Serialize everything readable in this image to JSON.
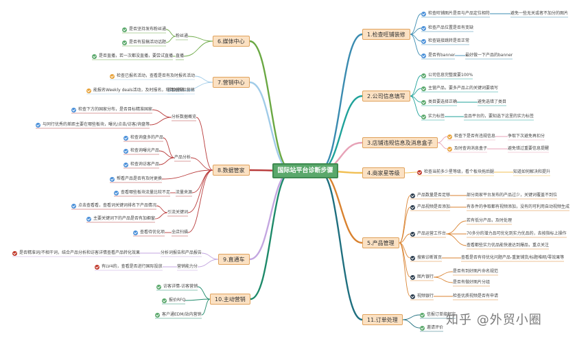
{
  "root": "国际站平台诊断步骤",
  "watermark": "知乎 @外贸小圈",
  "colors": {
    "green": "#5aa86b",
    "orange": "#e8a33b",
    "red": "#c0392b",
    "blue": "#4a90d9",
    "darkblue": "#2c3e50",
    "gray": "#555555"
  },
  "branches": [
    {
      "label": "1.检查旺铺装修",
      "color": "#3a8bb0"
    },
    {
      "label": "2.公司信息填写",
      "color": "#1fa29a"
    },
    {
      "label": "3.店铺违规信息及消息盒子",
      "color": "#e7a2b7"
    },
    {
      "label": "4.商家星等级",
      "color": "#f1bf53"
    },
    {
      "label": "5.产品管理",
      "color": "#d9822f"
    },
    {
      "label": "11.订单处理",
      "color": "#1f6f7f"
    },
    {
      "label": "6.媒体中心",
      "color": "#6aa843"
    },
    {
      "label": "7.营销中心",
      "color": "#a0cbe8"
    },
    {
      "label": "8.数据管家",
      "color": "#b83a3a"
    },
    {
      "label": "9.直通车",
      "color": "#c3a6e0"
    },
    {
      "label": "10.主动营销",
      "color": "#1e8a6a"
    }
  ],
  "items": [
    {
      "text": "检查旺铺图片是否与产品定位相符",
      "dot": "blue"
    },
    {
      "text": "避免一些无关或者不加分的图片",
      "dot": ""
    },
    {
      "text": "检查产品位置是否有变缺",
      "dot": "blue"
    },
    {
      "text": "检查链接跳转是否正常",
      "dot": "blue"
    },
    {
      "text": "是否有banner",
      "dot": "blue"
    },
    {
      "text": "最好做一下产品的banner",
      "dot": ""
    },
    {
      "text": "公司信息完整度要100%",
      "dot": "green"
    },
    {
      "text": "主营产品，要多产品上的关键词要填写",
      "dot": "green"
    },
    {
      "text": "类目要选择正确",
      "dot": "green"
    },
    {
      "text": "避免选错了类目",
      "dot": ""
    },
    {
      "text": "实力标签",
      "dot": "green"
    },
    {
      "text": "金品平台的，要知选下这里的实力标签",
      "dot": ""
    },
    {
      "text": "检查下是否有违规信息",
      "dot": "orange"
    },
    {
      "text": "争取下次避免再扣分",
      "dot": ""
    },
    {
      "text": "及时查询消息盒子",
      "dot": "orange"
    },
    {
      "text": "避免错过重要信息提醒",
      "dot": ""
    },
    {
      "text": "检查当前多少星等级，看个板块拖后腿",
      "dot": "red"
    },
    {
      "text": "知道如何解决和提升",
      "dot": ""
    },
    {
      "text": "产品数量是否足够",
      "dot": "darkblue"
    },
    {
      "text": "部分商家平台发布的产品过少，关键词覆盖不到位",
      "dot": ""
    },
    {
      "text": "产品视频是否添加",
      "dot": "darkblue"
    },
    {
      "text": "有条件的争取都有视频添加，没有的可利用自动视频生成",
      "dot": ""
    },
    {
      "text": "产品运营工作台",
      "dot": "darkblue"
    },
    {
      "text": "若有低分产品，及时处理",
      "dot": ""
    },
    {
      "text": "70多分的潜力品可优化到实力优品的，去按指标上操作",
      "dot": ""
    },
    {
      "text": "查看都些实力优品能快速达到爆品，重点关注",
      "dot": ""
    },
    {
      "text": "搜索诊断首页",
      "dot": "darkblue"
    },
    {
      "text": "查看是否有待优化问题产品-重复铺货/标题堆砌/零效果等",
      "dot": ""
    },
    {
      "text": "图片银行",
      "dot": "darkblue"
    },
    {
      "text": "是否有到好图片命名规范",
      "dot": ""
    },
    {
      "text": "是否有做好图片分组",
      "dot": ""
    },
    {
      "text": "视频银行",
      "dot": "darkblue"
    },
    {
      "text": "检查优质视频是否有申请",
      "dot": ""
    },
    {
      "text": "信报订单接邮定",
      "dot": "green"
    },
    {
      "text": "邀请评价",
      "dot": "green"
    },
    {
      "text": "是否坚持发布粉丝通",
      "dot": "green"
    },
    {
      "text": "是否有投稿活动话题",
      "dot": "green"
    },
    {
      "text": "粉丝通",
      "dot": ""
    },
    {
      "text": "是否直播，若一次都没直播，要尝试直播",
      "dot": "green"
    },
    {
      "text": "直播",
      "dot": ""
    },
    {
      "text": "检查已报名活动，查看是否有及时报名活动",
      "dot": "orange"
    },
    {
      "text": "能报名Weekly deals活动，及时报名，利用好折扣营销",
      "dot": "orange"
    },
    {
      "text": "折扣营销",
      "dot": ""
    },
    {
      "text": "检查下方的国家分布，是否目标精准国家",
      "dot": "blue"
    },
    {
      "text": "与同行优秀的差距主要在哪些板块，曝光/点击/访客/询盘等",
      "dot": "blue"
    },
    {
      "text": "分析数据概览",
      "dot": ""
    },
    {
      "text": "检查询盘多的产品",
      "dot": "blue"
    },
    {
      "text": "检查询曝光产品",
      "dot": "blue"
    },
    {
      "text": "检查询访客产品",
      "dot": "blue"
    },
    {
      "text": "产品分析",
      "dot": ""
    },
    {
      "text": "帮看产品是否有及时更换",
      "dot": "blue"
    },
    {
      "text": "查看哪些板块流量比较不足",
      "dot": "blue"
    },
    {
      "text": "流量来源",
      "dot": ""
    },
    {
      "text": "点击查看看，查看词关键词排名下产品情况",
      "dot": "blue"
    },
    {
      "text": "主要关键词下的产品是否有加橱窗",
      "dot": "blue"
    },
    {
      "text": "引流关键词",
      "dot": ""
    },
    {
      "text": "查看待优化项",
      "dot": "blue"
    },
    {
      "text": "全店扫描",
      "dot": ""
    },
    {
      "text": "是否精准词/不相干词，结合产品分析和访客详情查看产品转化效果",
      "dot": "red"
    },
    {
      "text": "分析词报告和产品报告",
      "dot": ""
    },
    {
      "text": "有LV4的，查看是否进行国际投放",
      "dot": "red"
    },
    {
      "text": "营销能力分",
      "dot": ""
    },
    {
      "text": "访客详情-访客营销",
      "dot": "green"
    },
    {
      "text": "报价RFQ",
      "dot": "green"
    },
    {
      "text": "客户通EDM/站内营销",
      "dot": "green"
    }
  ]
}
